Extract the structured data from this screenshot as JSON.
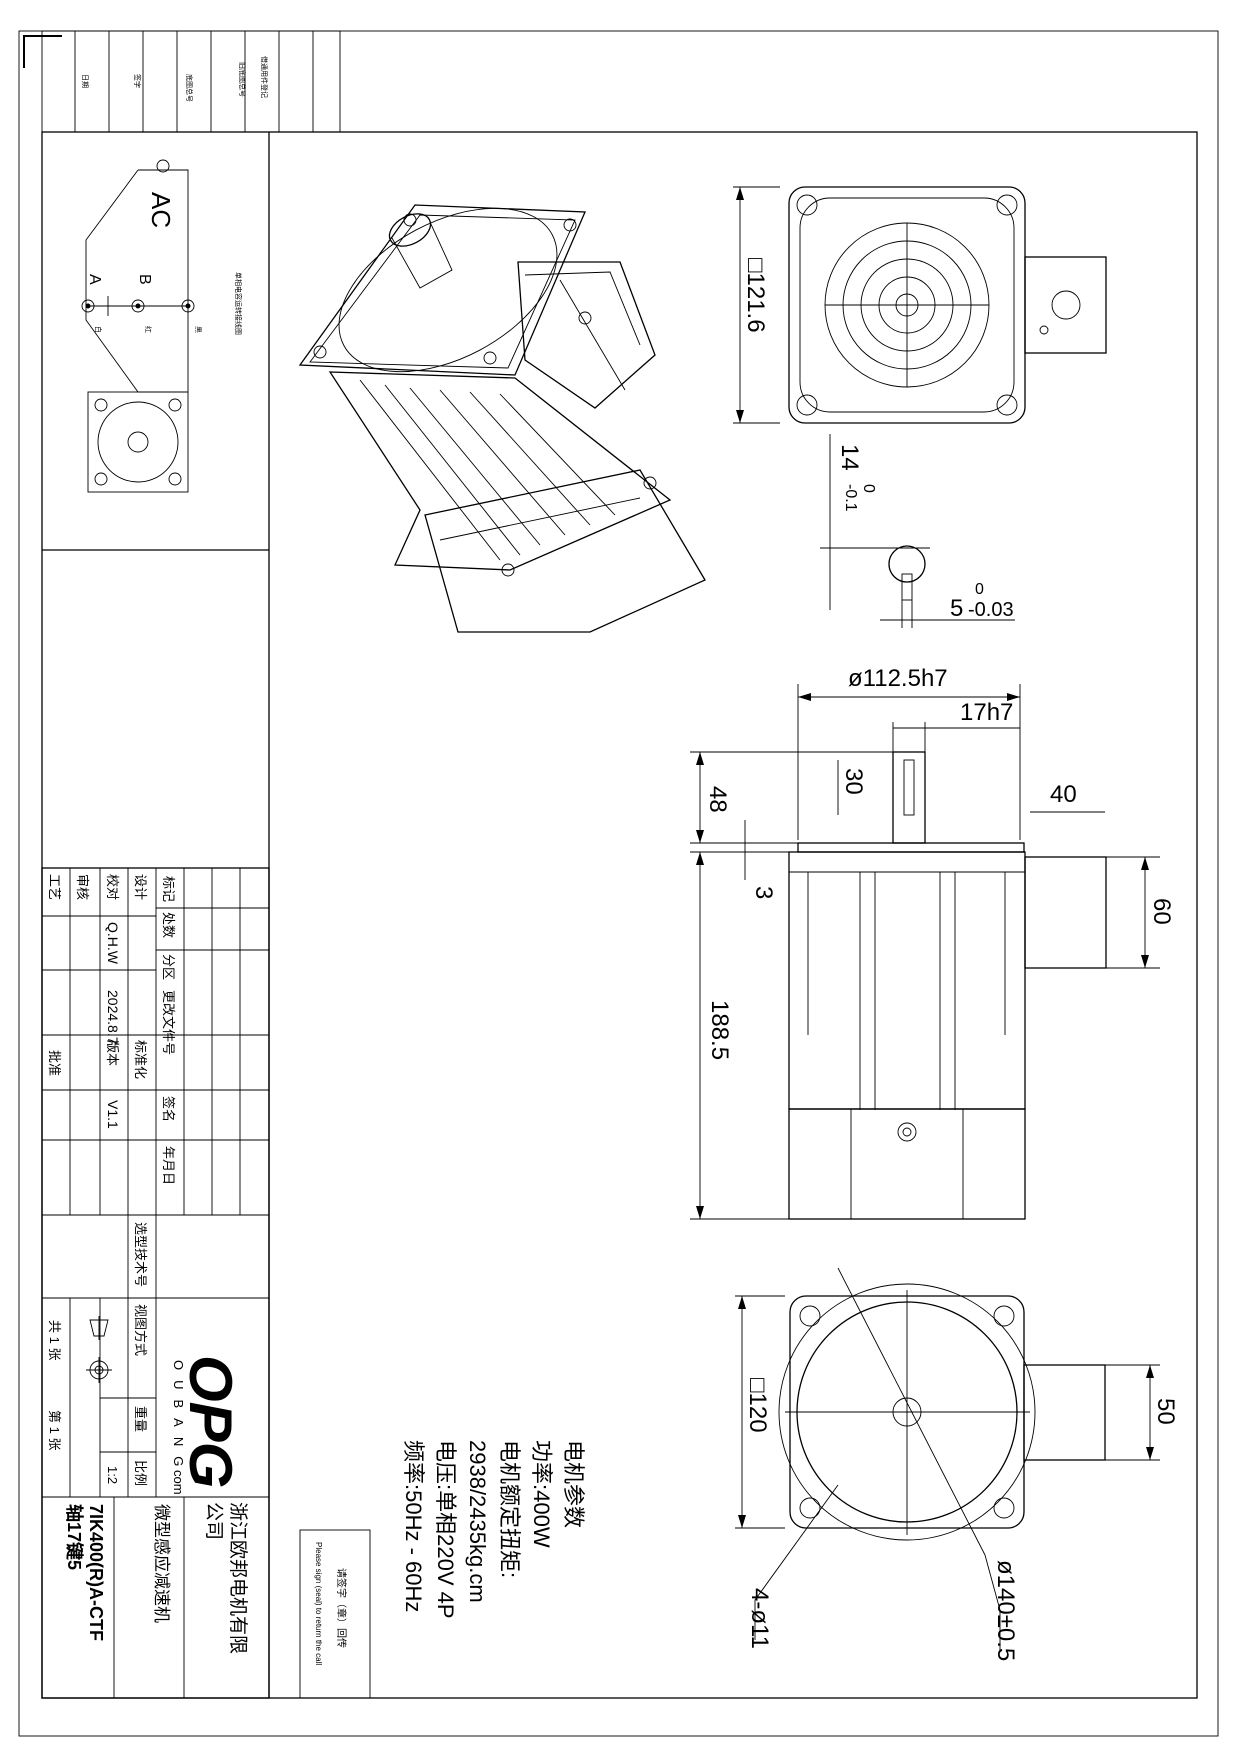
{
  "revision_block": {
    "col_labels": [
      "借通用件登记",
      "旧底图总号",
      "底图总号",
      "签字",
      "日期"
    ]
  },
  "wiring": {
    "title": "单相电容运转接线图",
    "ac": "AC",
    "terminal_a": "A",
    "terminal_b": "B",
    "wire_white": "白",
    "wire_red": "红",
    "wire_black": "黑"
  },
  "dimensions": {
    "flange_side": "□121.6",
    "key_height": "14",
    "key_height_tol_upper": "0",
    "key_height_tol_lower": "-0.1",
    "key_width": "5",
    "key_width_tol_upper": "0",
    "key_width_tol_lower": "-0.03",
    "spigot_dia": "ø112.5h7",
    "shaft_dia": "17h7",
    "shaft_length": "48",
    "key_length": "30",
    "spigot_height": "3",
    "box_offset": "40",
    "box_height": "60",
    "body_length": "188.5",
    "rear_square": "□120",
    "box_width": "50",
    "mount_holes": "4-ø11",
    "pcd": "ø140±0.5"
  },
  "params": {
    "heading": "电机参数",
    "power": "功率:400W",
    "torque_label": "电机额定扭矩:",
    "torque_value": "2938/2435kg.cm",
    "voltage": "电压:单相220V 4P",
    "frequency": "频率:50Hz - 60Hz"
  },
  "sign_box": {
    "line1": "请签字（章）回传",
    "line2": "Please sign (seal) to return the call"
  },
  "title_block": {
    "hdr": [
      "标记",
      "处数",
      "分区",
      "更改文件号",
      "签名",
      "年月日"
    ],
    "roles": [
      "设计",
      "校对",
      "审核",
      "工艺"
    ],
    "designer": "Q.H.W",
    "date": "2024.8.7",
    "version_label": "版本",
    "version": "V1.1",
    "standard_label": "标准化",
    "approve_label": "批准",
    "selection_label": "选型技术号",
    "projection_label": "视图方式",
    "weight_label": "重量",
    "scale_label": "比例",
    "scale": "1:2",
    "sheets_total": "共 1 张",
    "sheet_no": "第 1 张",
    "logo": "OPG",
    "brand": "OUBANG",
    "brand_com": "com",
    "company_line1": "浙江欧邦电机有限",
    "company_line2": "公司",
    "product_type": "微型感应减速机",
    "model_line1": "7IK400(R)A-CTF",
    "model_line2": "轴17键5"
  }
}
